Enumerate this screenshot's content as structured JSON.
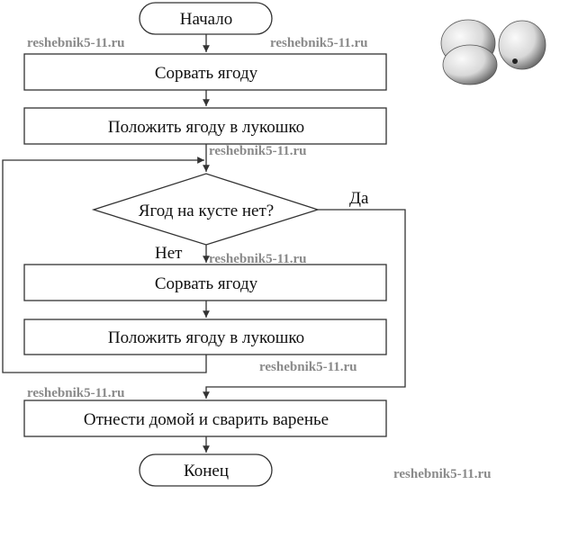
{
  "flowchart": {
    "start": "Начало",
    "step1": "Сорвать ягоду",
    "step2": "Положить ягоду в лукошко",
    "condition": "Ягод на кусте нет?",
    "yes_label": "Да",
    "no_label": "Нет",
    "loop_step1": "Сорвать ягоду",
    "loop_step2": "Положить ягоду в лукошко",
    "final_step": "Отнести домой и сварить варенье",
    "end": "Конец"
  },
  "watermark": "reshebnik5-11.ru",
  "illustration": "berries"
}
